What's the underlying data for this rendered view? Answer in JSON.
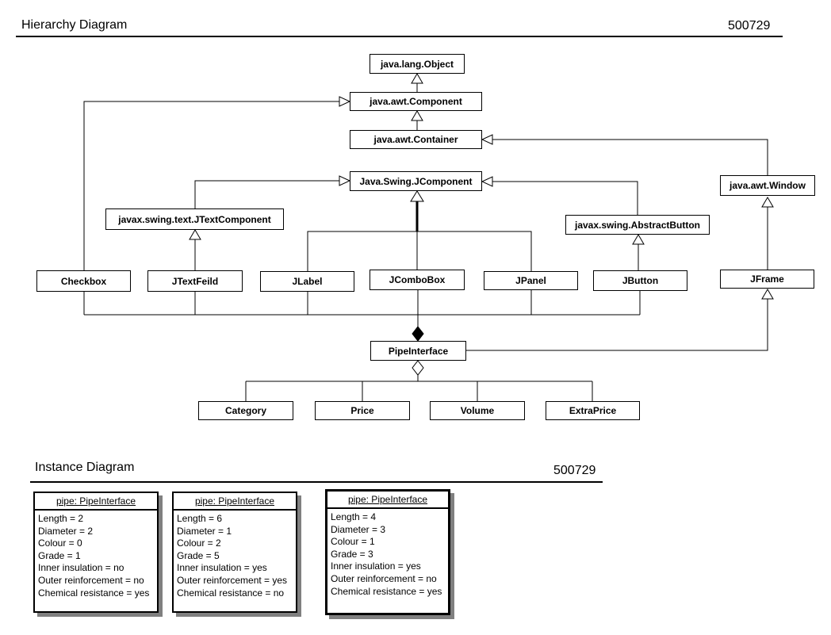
{
  "hierarchy_section": {
    "title": "Hierarchy Diagram",
    "id": "500729",
    "classes": [
      {
        "label": "java.lang.Object"
      },
      {
        "label": "java.awt.Component"
      },
      {
        "label": "java.awt.Container"
      },
      {
        "label": "Java.Swing.JComponent"
      },
      {
        "label": "javax.swing.text.JTextComponent"
      },
      {
        "label": "javax.swing.AbstractButton"
      },
      {
        "label": "java.awt.Window"
      },
      {
        "label": "Checkbox"
      },
      {
        "label": "JTextFeild"
      },
      {
        "label": "JLabel"
      },
      {
        "label": "JComboBox"
      },
      {
        "label": "JPanel"
      },
      {
        "label": "JButton"
      },
      {
        "label": "JFrame"
      },
      {
        "label": "PipeInterface"
      },
      {
        "label": "Category"
      },
      {
        "label": "Price"
      },
      {
        "label": "Volume"
      },
      {
        "label": "ExtraPrice"
      }
    ]
  },
  "instance_section": {
    "title": "Instance Diagram",
    "id": "500729",
    "instances": [
      {
        "header": "pipe: PipeInterface",
        "attributes": [
          "Length = 2",
          "Diameter = 2",
          "Colour = 0",
          "Grade = 1",
          "Inner insulation = no",
          "Outer reinforcement = no",
          "Chemical resistance = yes"
        ]
      },
      {
        "header": "pipe: PipeInterface",
        "attributes": [
          "Length = 6",
          "Diameter = 1",
          "Colour = 2",
          "Grade = 5",
          "Inner insulation = yes",
          "Outer reinforcement = yes",
          "Chemical resistance = no"
        ]
      },
      {
        "header": "pipe: PipeInterface",
        "attributes": [
          "Length = 4",
          "Diameter = 3",
          "Colour = 1",
          "Grade = 3",
          "Inner insulation = yes",
          "Outer reinforcement = no",
          "Chemical resistance = yes"
        ]
      }
    ]
  },
  "colors": {
    "line": "#000000",
    "shadow": "#808080",
    "background": "#ffffff"
  }
}
